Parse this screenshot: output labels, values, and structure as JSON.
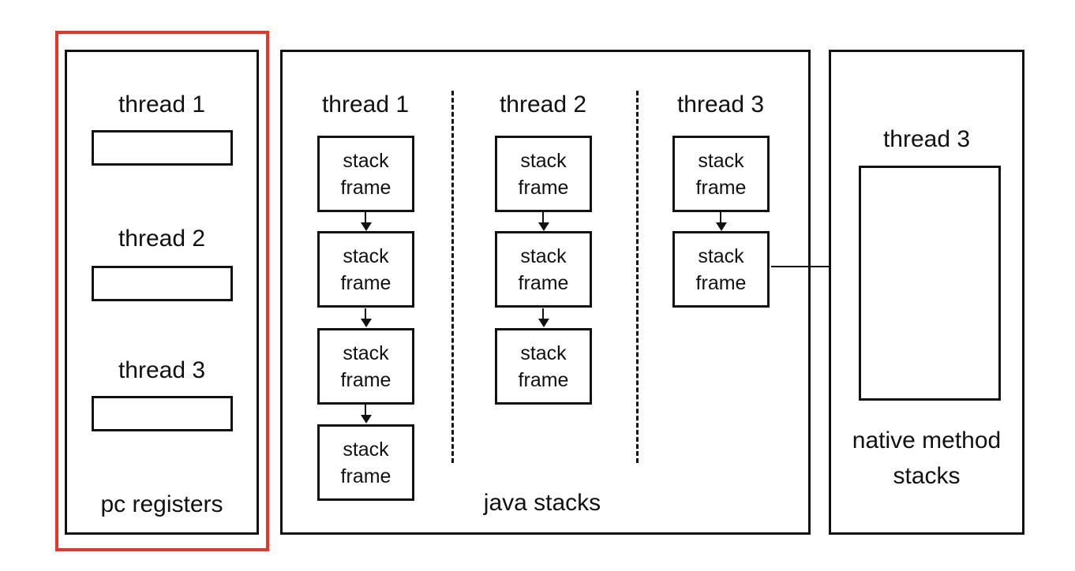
{
  "pc_registers_panel": {
    "label": "pc registers",
    "highlight_color": "#e8352b",
    "threads": [
      {
        "label": "thread 1"
      },
      {
        "label": "thread 2"
      },
      {
        "label": "thread 3"
      }
    ]
  },
  "java_stacks_panel": {
    "label": "java stacks",
    "columns": [
      {
        "label": "thread 1",
        "frames": [
          "stack frame",
          "stack frame",
          "stack frame",
          "stack frame"
        ]
      },
      {
        "label": "thread 2",
        "frames": [
          "stack frame",
          "stack frame",
          "stack frame"
        ]
      },
      {
        "label": "thread 3",
        "frames": [
          "stack frame",
          "stack frame"
        ]
      }
    ]
  },
  "native_method_stacks_panel": {
    "thread_label": "thread 3",
    "label": "native method stacks"
  }
}
